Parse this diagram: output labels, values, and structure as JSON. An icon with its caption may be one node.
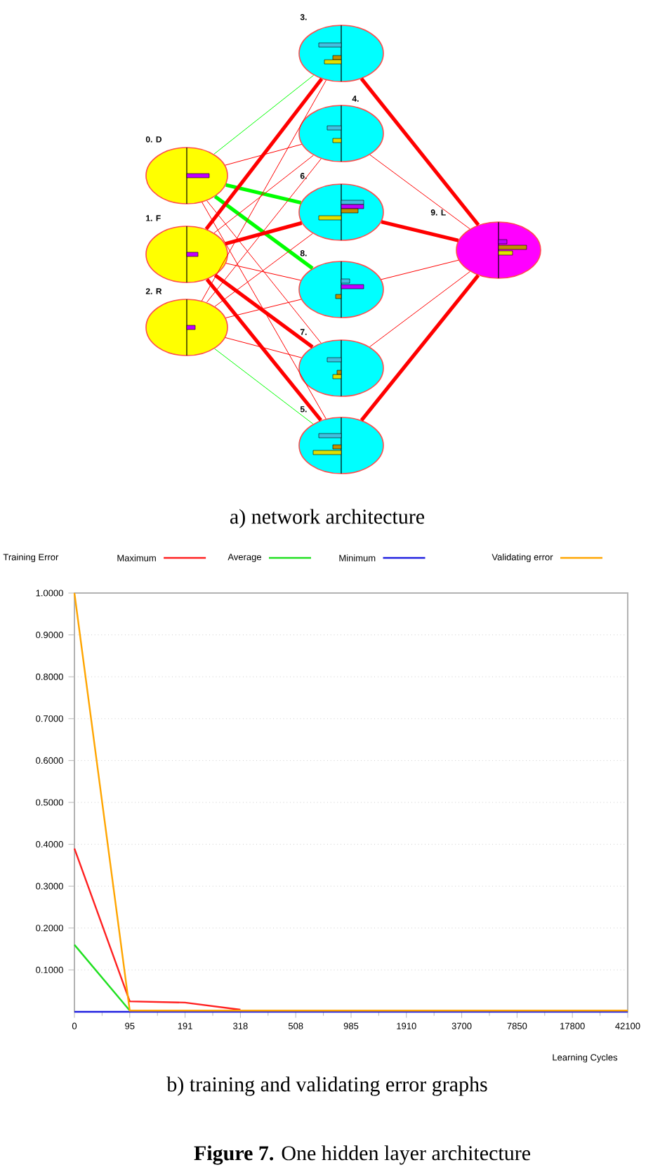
{
  "diagram": {
    "caption": "**Figure 7.** One hidden layer architecture",
    "nodes": [
      {
        "text": [
          "0. D"
        ]
      },
      {
        "text": [
          "1. F"
        ]
      },
      {
        "text": [
          "2. R"
        ]
      },
      {
        "text": [
          "3."
        ]
      },
      {
        "text": [
          "4."
        ]
      },
      {
        "text": [
          "6."
        ]
      },
      {
        "text": [
          "8."
        ]
      },
      {
        "text": [
          "7."
        ]
      },
      {
        "text": [
          "5."
        ]
      },
      {
        "text": [
          "9. L"
        ]
      }
    ],
    "edges": [
      {
        "from": 0,
        "to": 3,
        "arrow": "none",
        "color": "#00ff00"
      },
      {
        "from": 0,
        "to": 4,
        "arrow": "none"
      },
      {
        "from": 0,
        "to": 5,
        "arrow": "none",
        "style": "thick",
        "color": "#00ff00"
      },
      {
        "from": 0,
        "to": 6,
        "arrow": "none",
        "style": "thick",
        "color": "#00ff00"
      },
      {
        "from": 0,
        "to": 7,
        "arrow": "none"
      },
      {
        "from": 0,
        "to": 8,
        "arrow": "none"
      },
      {
        "from": 1,
        "to": 3,
        "arrow": "none",
        "style": "thick"
      },
      {
        "from": 1,
        "to": 4,
        "arrow": "none"
      },
      {
        "from": 1,
        "to": 5,
        "arrow": "none",
        "style": "thick"
      },
      {
        "from": 1,
        "to": 6,
        "arrow": "none"
      },
      {
        "from": 1,
        "to": 7,
        "arrow": "none",
        "style": "thick"
      },
      {
        "from": 1,
        "to": 8,
        "arrow": "none",
        "style": "thick"
      },
      {
        "from": 2,
        "to": 3,
        "arrow": "none"
      },
      {
        "from": 2,
        "to": 4,
        "arrow": "none"
      },
      {
        "from": 2,
        "to": 5,
        "arrow": "none"
      },
      {
        "from": 2,
        "to": 6,
        "arrow": "none"
      },
      {
        "from": 2,
        "to": 7,
        "arrow": "none"
      },
      {
        "from": 2,
        "to": 8,
        "arrow": "none",
        "color": "#00ff00"
      },
      {
        "from": 3,
        "to": 9,
        "arrow": "none",
        "style": "thick"
      },
      {
        "from": 4,
        "to": 9,
        "arrow": "none"
      },
      {
        "from": 5,
        "to": 9,
        "arrow": "none",
        "style": "thick"
      },
      {
        "from": 6,
        "to": 9,
        "arrow": "none"
      },
      {
        "from": 7,
        "to": 9,
        "arrow": "none"
      },
      {
        "from": 8,
        "to": 9,
        "arrow": "none",
        "style": "thick"
      }
    ],
    "labels": [
      "a) network architecture",
      "b) training and validating error graphs"
    ],
    "chart_data": {
      "type": "line",
      "xlabel": "Learning Cycles",
      "ylabel": "Training Error",
      "categories": [
        "0",
        "95",
        "191",
        "318",
        "508",
        "985",
        "1910",
        "3700",
        "7850",
        "17800",
        "42100"
      ],
      "ylim": [
        0,
        1
      ],
      "grid": true,
      "legend": "top",
      "yticks": [
        {
          "value": 0.1,
          "label": "0.1000"
        },
        {
          "value": 0.2,
          "label": "0.2000"
        },
        {
          "value": 0.3,
          "label": "0.3000"
        },
        {
          "value": 0.4,
          "label": "0.4000"
        },
        {
          "value": 0.5,
          "label": "0.5000"
        },
        {
          "value": 0.6,
          "label": "0.6000"
        },
        {
          "value": 0.7,
          "label": "0.7000"
        },
        {
          "value": 0.8,
          "label": "0.8000"
        },
        {
          "value": 0.9,
          "label": "0.9000"
        },
        {
          "value": 1.0,
          "label": "1.0000"
        }
      ],
      "series": [
        {
          "name": "Maximum",
          "color": "#ff2020",
          "values": [
            0.39,
            0.025,
            0.022,
            0.005,
            null,
            null,
            null,
            null,
            null,
            null,
            null
          ]
        },
        {
          "name": "Average",
          "color": "#20e020",
          "values": [
            0.16,
            0.003,
            null,
            null,
            null,
            null,
            null,
            null,
            null,
            null,
            null
          ]
        },
        {
          "name": "Minimum",
          "color": "#2020e0",
          "values": [
            0,
            0,
            0,
            0,
            0,
            0,
            0,
            0,
            0,
            0,
            0
          ]
        },
        {
          "name": "Validating error",
          "color": "#ffa500",
          "values": [
            1.0,
            0.003,
            0.003,
            0.003,
            0.003,
            0.003,
            0.003,
            0.003,
            0.003,
            0.003,
            0.003
          ]
        }
      ]
    }
  }
}
